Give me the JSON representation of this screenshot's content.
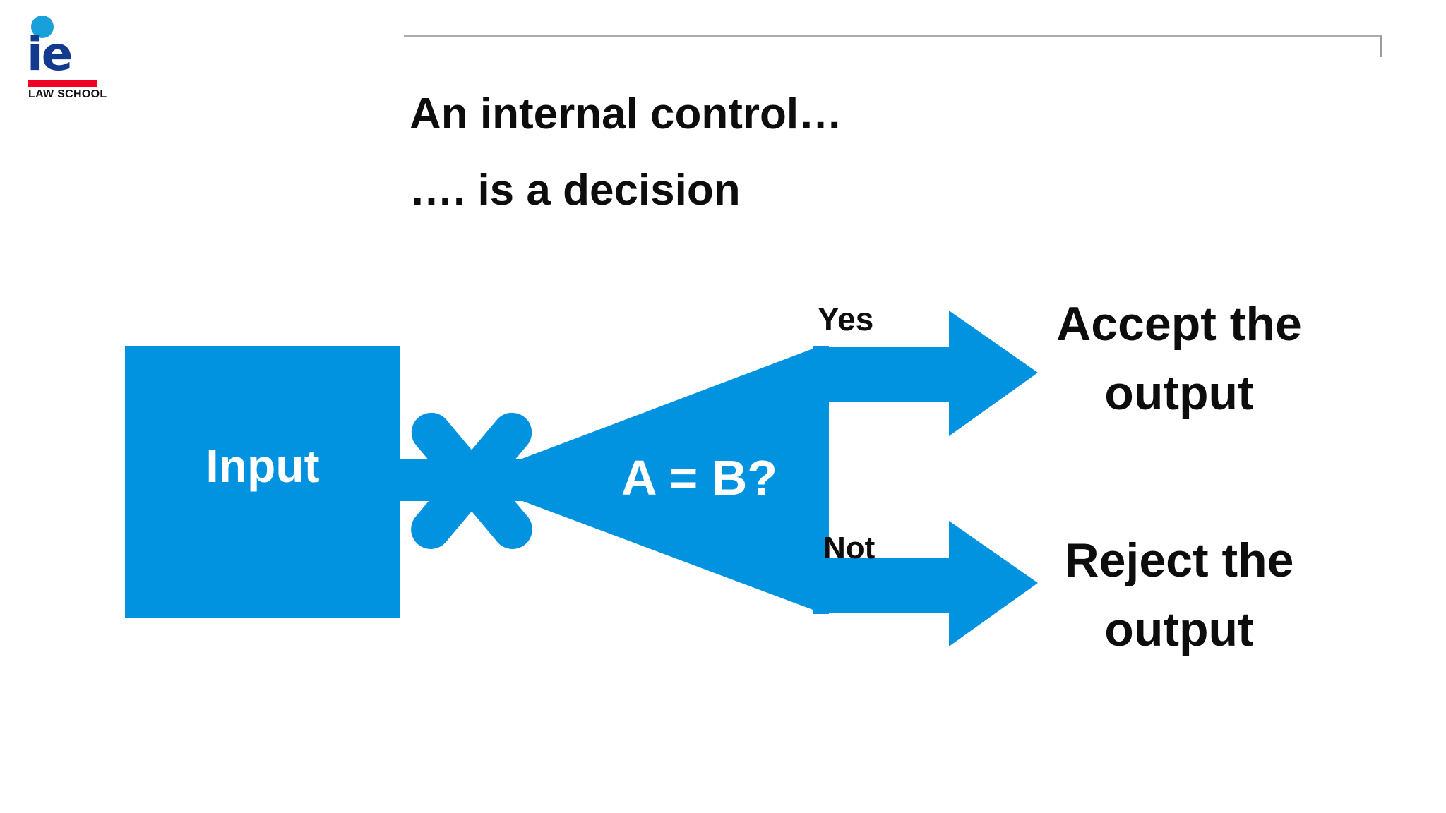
{
  "slide": {
    "background_color": "#FFFFFF",
    "accent_color": "#0193E0",
    "text_color": "#0D0D0D",
    "rule_color": "#ACACAC"
  },
  "logo": {
    "name": "ie-law-school-logo",
    "wordmark": "ie",
    "subtitle": "LAW SCHOOL",
    "dot_color": "#18A0DB",
    "wordmark_color": "#123A8F",
    "rule_color": "#F20024"
  },
  "title": {
    "line1": "An internal control…",
    "line2": "…. is a decision"
  },
  "chart_data": {
    "type": "diagram",
    "title": "An internal control… …. is a decision",
    "nodes": [
      {
        "id": "input",
        "label": "Input",
        "shape": "rectangle",
        "fill": "#0193E0",
        "text_color": "#FFFFFF"
      },
      {
        "id": "decision",
        "label": "A = B?",
        "shape": "decision-wedge",
        "fill": "#0193E0",
        "text_color": "#FFFFFF"
      },
      {
        "id": "accept",
        "label": "Accept the output",
        "shape": "text",
        "fill": "none",
        "text_color": "#0D0D0D"
      },
      {
        "id": "reject",
        "label": "Reject the output",
        "shape": "text",
        "fill": "none",
        "text_color": "#0D0D0D"
      }
    ],
    "edges": [
      {
        "from": "input",
        "to": "decision",
        "label": "",
        "style": "block-arrow"
      },
      {
        "from": "decision",
        "to": "accept",
        "label": "Yes",
        "style": "block-arrow"
      },
      {
        "from": "decision",
        "to": "reject",
        "label": "Not",
        "style": "block-arrow"
      }
    ]
  },
  "diagram": {
    "input_label": "Input",
    "decision_label": "A = B?",
    "yes_label": "Yes",
    "not_label": "Not",
    "accept_line1": "Accept the",
    "accept_line2": "output",
    "reject_line1": "Reject the",
    "reject_line2": "output"
  }
}
